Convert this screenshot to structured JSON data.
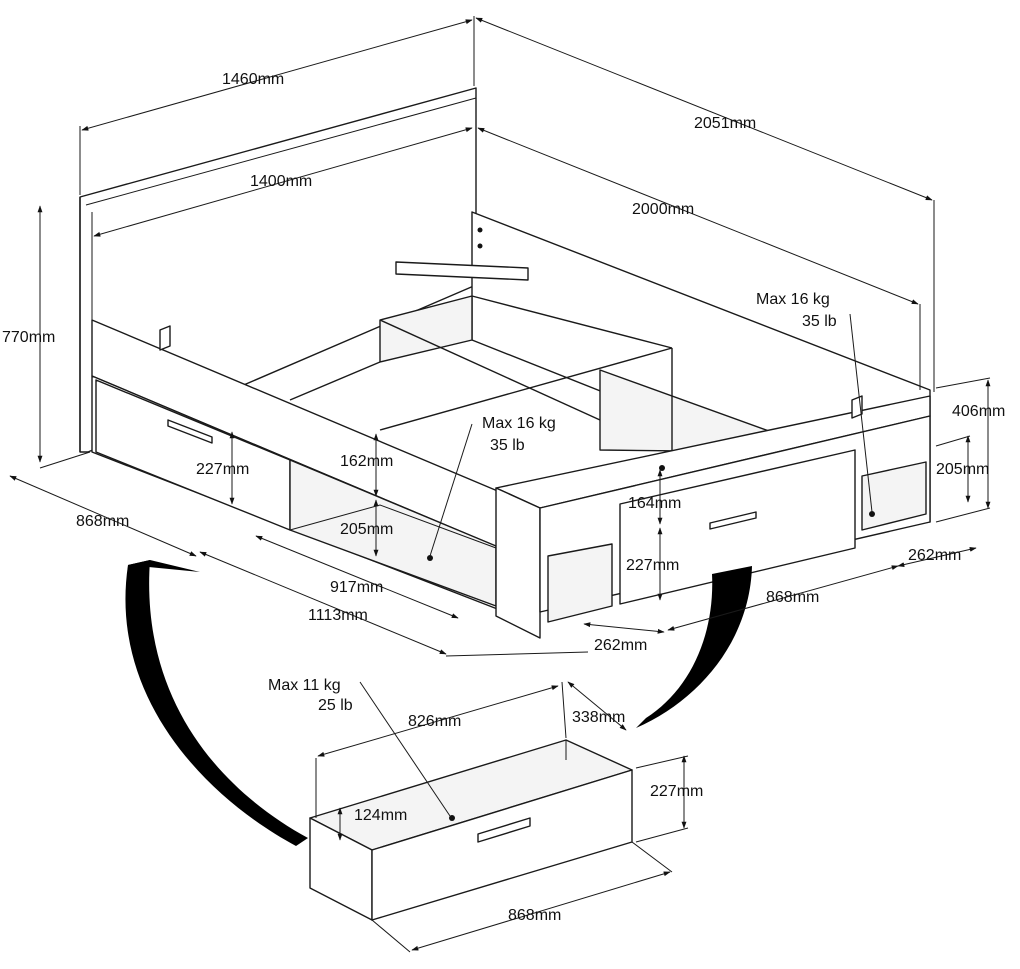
{
  "colors": {
    "ink": "#111111",
    "paper": "#ffffff",
    "arrow": "#000000"
  },
  "bed": {
    "overall_width": "1460mm",
    "inner_width": "1400mm",
    "overall_length": "2051mm",
    "inner_length": "2000mm",
    "headboard_height": "770mm",
    "end_height": "406mm",
    "frame_height": "205mm",
    "end_niche_depth": "262mm",
    "end_load_kg": "Max 16 kg",
    "end_load_lb": "35 lb"
  },
  "left_side": {
    "drawer_width": "868mm",
    "drawer_height": "227mm",
    "shelf_top_height": "162mm",
    "shelf_height": "205mm",
    "shelf_width": "917mm",
    "section_length": "1113mm",
    "compartment_load_kg": "Max 16 kg",
    "compartment_load_lb": "35 lb"
  },
  "right_side": {
    "shelf_top_height": "164mm",
    "drawer_height": "227mm",
    "niche_depth": "262mm",
    "drawer_width": "868mm"
  },
  "drawer": {
    "load_kg": "Max 11 kg",
    "load_lb": "25 lb",
    "inner_length": "826mm",
    "depth": "338mm",
    "inner_height": "124mm",
    "height": "227mm",
    "front_width": "868mm"
  }
}
